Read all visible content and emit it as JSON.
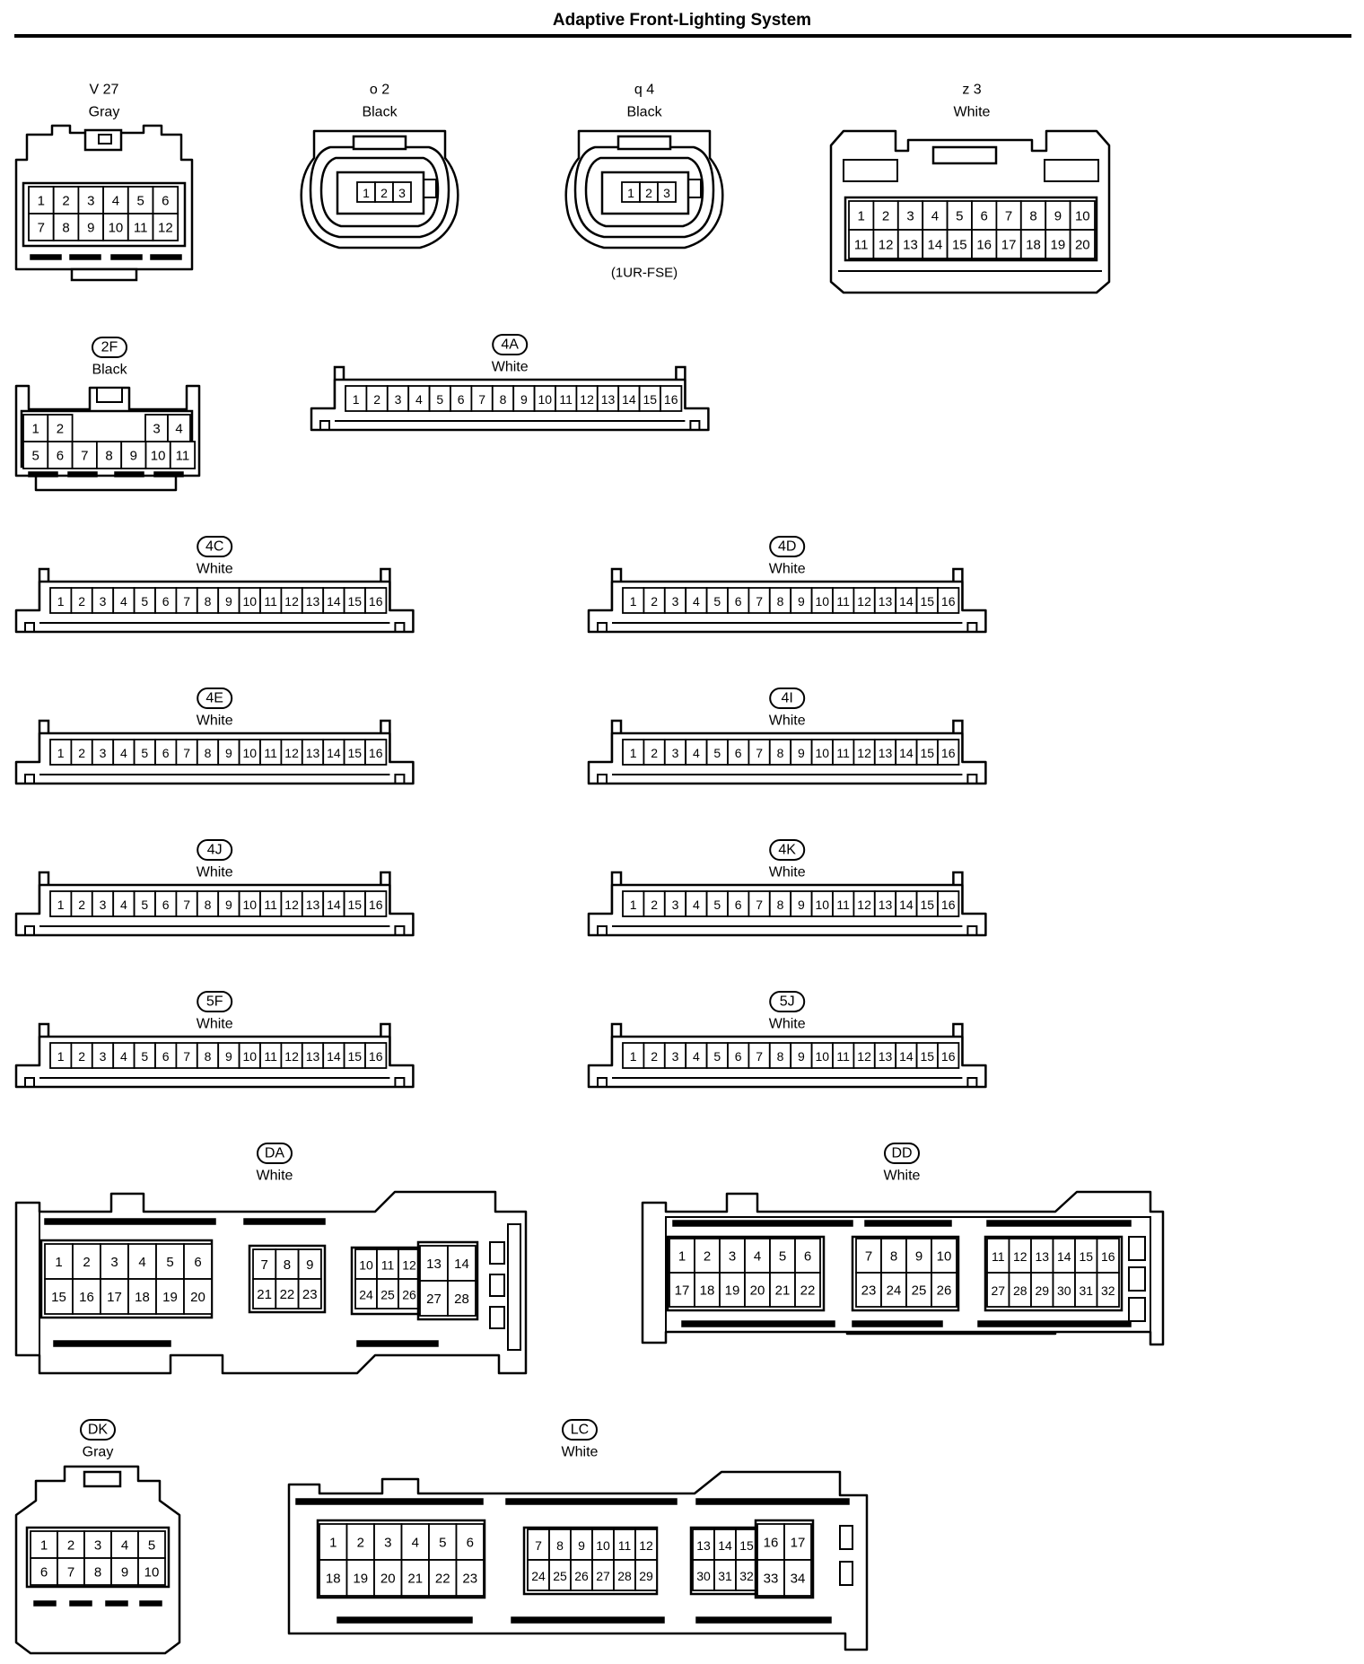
{
  "title": "Adaptive Front-Lighting System",
  "connectors": {
    "v27": {
      "code": "V 27",
      "color": "Gray",
      "rows": [
        [
          "1",
          "2",
          "3",
          "4",
          "5",
          "6"
        ],
        [
          "7",
          "8",
          "9",
          "10",
          "11",
          "12"
        ]
      ]
    },
    "o2": {
      "code": "o 2",
      "color": "Black",
      "pins": [
        "1",
        "2",
        "3"
      ]
    },
    "q4": {
      "code": "q 4",
      "color": "Black",
      "pins": [
        "1",
        "2",
        "3"
      ],
      "note": "(1UR-FSE)"
    },
    "z3": {
      "code": "z 3",
      "color": "White",
      "rows": [
        [
          "1",
          "2",
          "3",
          "4",
          "5",
          "6",
          "7",
          "8",
          "9",
          "10"
        ],
        [
          "11",
          "12",
          "13",
          "14",
          "15",
          "16",
          "17",
          "18",
          "19",
          "20"
        ]
      ]
    },
    "c2F": {
      "code": "2F",
      "color": "Black",
      "top_left": [
        "1",
        "2"
      ],
      "top_right": [
        "3",
        "4"
      ],
      "bottom": [
        "5",
        "6",
        "7",
        "8",
        "9",
        "10",
        "11"
      ]
    },
    "c4A": {
      "code": "4A",
      "color": "White",
      "pins": [
        "1",
        "2",
        "3",
        "4",
        "5",
        "6",
        "7",
        "8",
        "9",
        "10",
        "11",
        "12",
        "13",
        "14",
        "15",
        "16"
      ]
    },
    "c4C": {
      "code": "4C",
      "color": "White",
      "pins": [
        "1",
        "2",
        "3",
        "4",
        "5",
        "6",
        "7",
        "8",
        "9",
        "10",
        "11",
        "12",
        "13",
        "14",
        "15",
        "16"
      ]
    },
    "c4D": {
      "code": "4D",
      "color": "White",
      "pins": [
        "1",
        "2",
        "3",
        "4",
        "5",
        "6",
        "7",
        "8",
        "9",
        "10",
        "11",
        "12",
        "13",
        "14",
        "15",
        "16"
      ]
    },
    "c4E": {
      "code": "4E",
      "color": "White",
      "pins": [
        "1",
        "2",
        "3",
        "4",
        "5",
        "6",
        "7",
        "8",
        "9",
        "10",
        "11",
        "12",
        "13",
        "14",
        "15",
        "16"
      ]
    },
    "c4I": {
      "code": "4I",
      "color": "White",
      "pins": [
        "1",
        "2",
        "3",
        "4",
        "5",
        "6",
        "7",
        "8",
        "9",
        "10",
        "11",
        "12",
        "13",
        "14",
        "15",
        "16"
      ]
    },
    "c4J": {
      "code": "4J",
      "color": "White",
      "pins": [
        "1",
        "2",
        "3",
        "4",
        "5",
        "6",
        "7",
        "8",
        "9",
        "10",
        "11",
        "12",
        "13",
        "14",
        "15",
        "16"
      ]
    },
    "c4K": {
      "code": "4K",
      "color": "White",
      "pins": [
        "1",
        "2",
        "3",
        "4",
        "5",
        "6",
        "7",
        "8",
        "9",
        "10",
        "11",
        "12",
        "13",
        "14",
        "15",
        "16"
      ]
    },
    "c5F": {
      "code": "5F",
      "color": "White",
      "pins": [
        "1",
        "2",
        "3",
        "4",
        "5",
        "6",
        "7",
        "8",
        "9",
        "10",
        "11",
        "12",
        "13",
        "14",
        "15",
        "16"
      ]
    },
    "c5J": {
      "code": "5J",
      "color": "White",
      "pins": [
        "1",
        "2",
        "3",
        "4",
        "5",
        "6",
        "7",
        "8",
        "9",
        "10",
        "11",
        "12",
        "13",
        "14",
        "15",
        "16"
      ]
    },
    "DA": {
      "code": "DA",
      "color": "White",
      "b1": [
        [
          "1",
          "2",
          "3",
          "4",
          "5",
          "6"
        ],
        [
          "15",
          "16",
          "17",
          "18",
          "19",
          "20"
        ]
      ],
      "b2": [
        [
          "7",
          "8",
          "9"
        ],
        [
          "21",
          "22",
          "23"
        ]
      ],
      "b3": [
        [
          "10",
          "11",
          "12"
        ],
        [
          "24",
          "25",
          "26"
        ]
      ],
      "b4": [
        [
          "13",
          "14"
        ],
        [
          "27",
          "28"
        ]
      ]
    },
    "DD": {
      "code": "DD",
      "color": "White",
      "b1": [
        [
          "1",
          "2",
          "3",
          "4",
          "5",
          "6"
        ],
        [
          "17",
          "18",
          "19",
          "20",
          "21",
          "22"
        ]
      ],
      "b2": [
        [
          "7",
          "8",
          "9",
          "10"
        ],
        [
          "23",
          "24",
          "25",
          "26"
        ]
      ],
      "b3": [
        [
          "11",
          "12",
          "13",
          "14",
          "15",
          "16"
        ],
        [
          "27",
          "28",
          "29",
          "30",
          "31",
          "32"
        ]
      ]
    },
    "DK": {
      "code": "DK",
      "color": "Gray",
      "rows": [
        [
          "1",
          "2",
          "3",
          "4",
          "5"
        ],
        [
          "6",
          "7",
          "8",
          "9",
          "10"
        ]
      ]
    },
    "LC": {
      "code": "LC",
      "color": "White",
      "b1": [
        [
          "1",
          "2",
          "3",
          "4",
          "5",
          "6"
        ],
        [
          "18",
          "19",
          "20",
          "21",
          "22",
          "23"
        ]
      ],
      "b2": [
        [
          "7",
          "8",
          "9",
          "10",
          "11",
          "12"
        ],
        [
          "24",
          "25",
          "26",
          "27",
          "28",
          "29"
        ]
      ],
      "b3": [
        [
          "13",
          "14",
          "15"
        ],
        [
          "30",
          "31",
          "32"
        ]
      ],
      "b4": [
        [
          "16",
          "17"
        ],
        [
          "33",
          "34"
        ]
      ]
    }
  }
}
